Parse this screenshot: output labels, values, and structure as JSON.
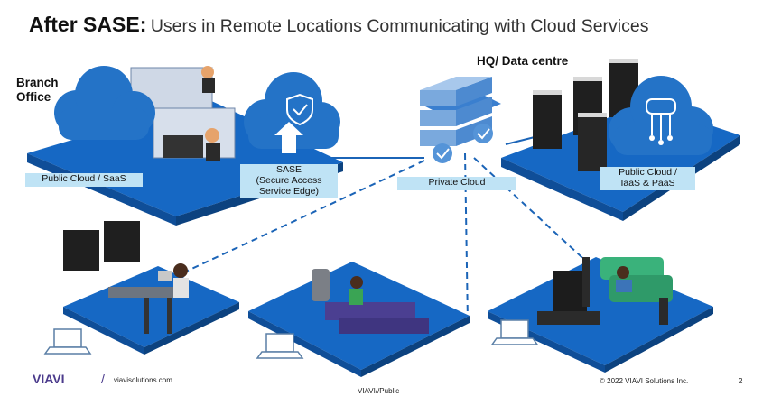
{
  "title": {
    "bold": "After SASE:",
    "rest": "Users in Remote Locations Communicating with Cloud Services"
  },
  "locations": {
    "branch_line1": "Branch",
    "branch_line2": "Office",
    "hq": "HQ/ Data centre"
  },
  "tags": {
    "public_saas": "Public Cloud / SaaS",
    "sase_line1": "SASE",
    "sase_line2": "(Secure Access",
    "sase_line3": "Service Edge)",
    "private_cloud": "Private Cloud",
    "iaas_line1": "Public Cloud /",
    "iaas_line2": "IaaS & PaaS"
  },
  "footer": {
    "logo": "VIAVI",
    "website": "viavisolutions.com",
    "classification": "VIAVI//Public",
    "copyright": "© 2022 VIAVI Solutions Inc.",
    "page": "2"
  },
  "colors": {
    "platform_blue": "#1668c4",
    "cloud_blue": "#2473c7",
    "tag_bg": "#bfe3f5",
    "line_blue": "#1b64b7",
    "logo_purple": "#4b3b8c"
  }
}
